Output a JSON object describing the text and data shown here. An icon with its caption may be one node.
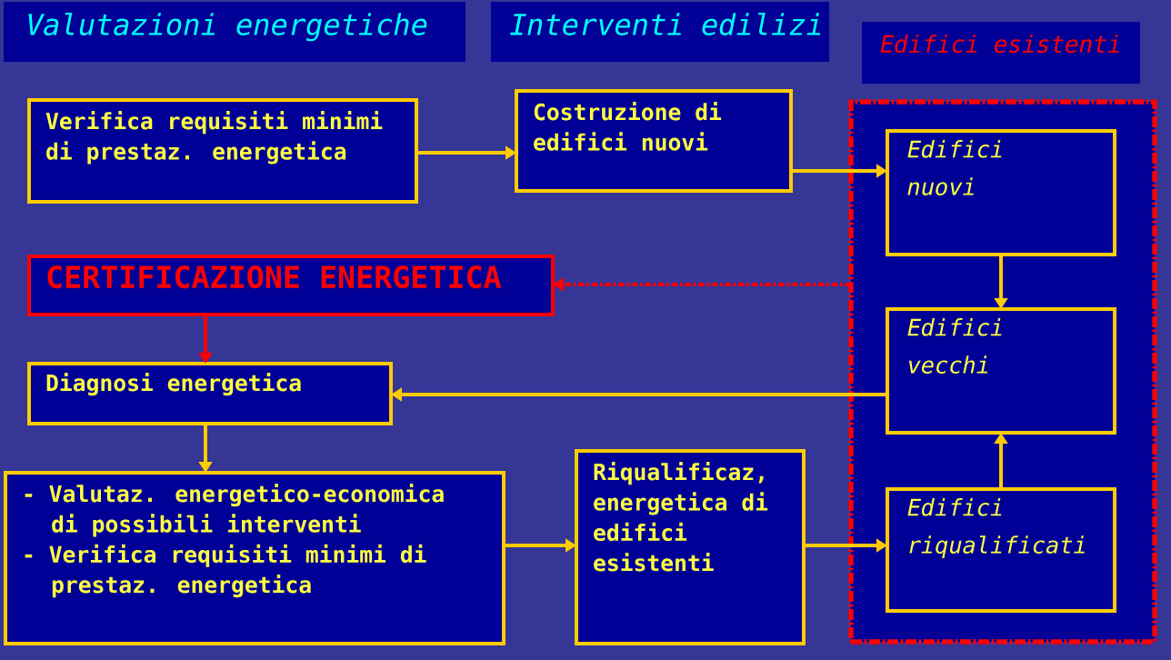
{
  "diagram": {
    "nodes": [
      {
        "text": [
          "Valutazioni energetiche"
        ]
      },
      {
        "text": [
          "Interventi edilizi"
        ]
      },
      {
        "text": [
          "Edifici esistenti"
        ]
      },
      {
        "text": [
          "Verifica requisiti minimi di prestaz. energetica"
        ]
      },
      {
        "text": [
          "Costruzione di edifici nuovi"
        ]
      },
      {
        "text": [],
        "shape": "box"
      },
      {
        "text": [
          "Edifici nuovi"
        ],
        "in": 5
      },
      {
        "text": [
          "CERTIFICAZIONE ENERGETICA"
        ]
      },
      {
        "text": [
          "Edifici vecchi"
        ],
        "in": 5
      },
      {
        "text": [
          "Diagnosi energetica"
        ]
      },
      {
        "text": [
          "- Valutaz. energetico-economica di possibili interventi",
          "- Verifica requisiti minimi di prestaz. energetica"
        ]
      },
      {
        "text": [
          "Riqualificaz, energetica di edifici esistenti"
        ]
      },
      {
        "text": [
          "Edifici riqualificati"
        ],
        "in": 5
      }
    ],
    "edges": [
      {
        "from": 3,
        "to": 4,
        "arrow": "to"
      },
      {
        "from": 4,
        "to": 6,
        "arrow": "to"
      },
      {
        "from": 5,
        "to": 7,
        "arrow": "to",
        "style": "dashed",
        "color": "#ff0000"
      },
      {
        "from": 6,
        "to": 8,
        "arrow": "to"
      },
      {
        "from": 7,
        "to": 9,
        "arrow": "to",
        "color": "#ff0000"
      },
      {
        "from": 8,
        "to": 9,
        "arrow": "to"
      },
      {
        "from": 9,
        "to": 10,
        "arrow": "to"
      },
      {
        "from": 10,
        "to": 11,
        "arrow": "to"
      },
      {
        "from": 11,
        "to": 12,
        "arrow": "to"
      },
      {
        "from": 12,
        "to": 8,
        "arrow": "to"
      }
    ]
  }
}
